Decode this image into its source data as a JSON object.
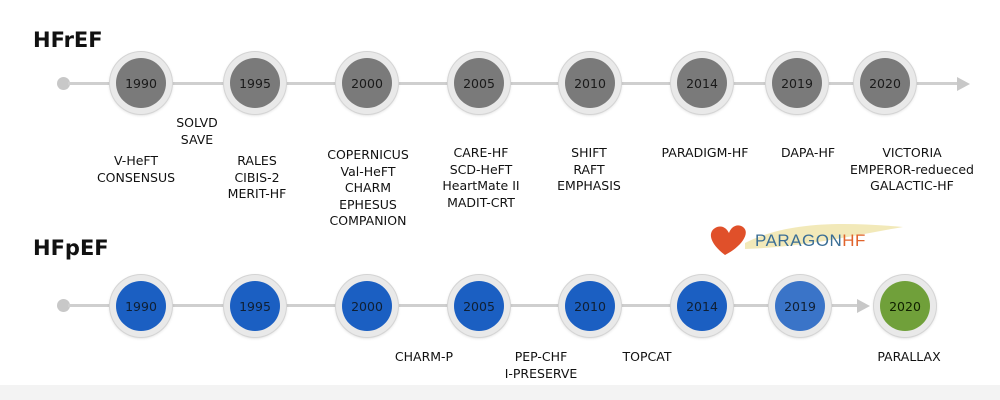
{
  "hfref": {
    "title": "HFrEF",
    "years": [
      "1990",
      "1995",
      "2000",
      "2005",
      "2010",
      "2014",
      "2019",
      "2020"
    ],
    "node_colors": [
      "#7a7a7a"
    ],
    "trials": [
      [
        "V-HeFT",
        "CONSENSUS"
      ],
      [
        "SOLVD",
        "SAVE"
      ],
      [
        "RALES",
        "CIBIS-2",
        "MERIT-HF"
      ],
      [
        "COPERNICUS",
        "Val-HeFT",
        "CHARM",
        "EPHESUS",
        "COMPANION"
      ],
      [
        "CARE-HF",
        "SCD-HeFT",
        "HeartMate II",
        "MADIT-CRT"
      ],
      [
        "SHIFT",
        "RAFT",
        "EMPHASIS"
      ],
      [
        "PARADIGM-HF"
      ],
      [
        "DAPA-HF"
      ],
      [
        "VICTORIA",
        "EMPEROR-redueced",
        "GALACTIC-HF"
      ]
    ]
  },
  "hfpef": {
    "title": "HFpEF",
    "years": [
      "1990",
      "1995",
      "2000",
      "2005",
      "2010",
      "2014",
      "2019",
      "2020"
    ],
    "node_colors": [
      "#1b5fc2",
      "#3a74c8",
      "#70a03a"
    ],
    "trials": [
      [
        "CHARM-P"
      ],
      [
        "PEP-CHF",
        "I-PRESERVE"
      ],
      [
        "TOPCAT"
      ],
      [
        "PARALLAX"
      ]
    ]
  },
  "logo": {
    "text_part1": "PARAGON",
    "text_part2": "HF",
    "icon": "heart-icon",
    "colors": {
      "heart": "#e0502a",
      "swoosh": "#e8d98a",
      "text_blue": "#3a6e95",
      "text_orange": "#e0632b"
    }
  }
}
